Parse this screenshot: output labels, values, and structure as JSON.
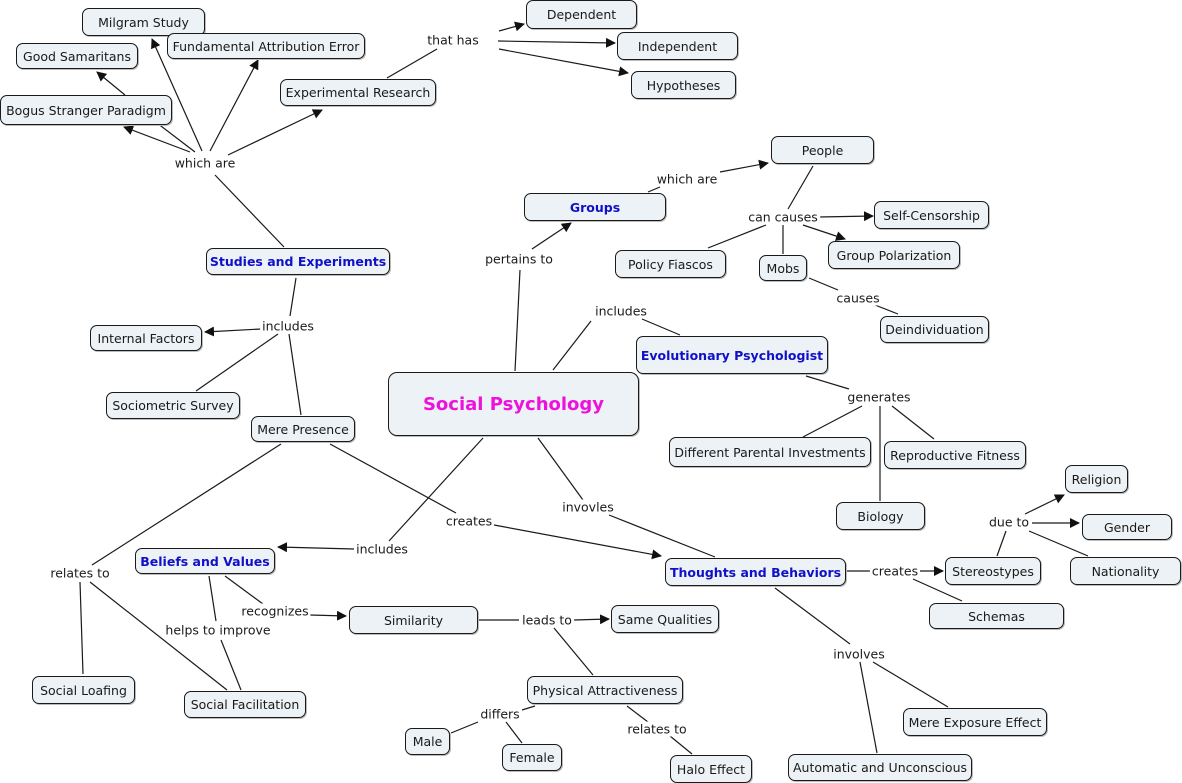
{
  "title": "Social Psychology",
  "colors": {
    "root_text": "#ee10dd",
    "topic_text": "#1010c8",
    "node_fill": "#ecf2f5",
    "line": "#1a1a1a"
  },
  "nodes": {
    "social_psychology": "Social Psychology",
    "groups": "Groups",
    "studies": "Studies and Experiments",
    "evolutionary": "Evolutionary Psychologist",
    "thoughts": "Thoughts and Behaviors",
    "beliefs": "Beliefs and Values",
    "milgram": "Milgram Study",
    "fae": "Fundamental Attribution Error",
    "good_samaritans": "Good Samaritans",
    "bogus": "Bogus Stranger Paradigm",
    "experimental": "Experimental Research",
    "dependent": "Dependent",
    "independent": "Independent",
    "hypotheses": "Hypotheses",
    "people": "People",
    "self_censorship": "Self-Censorship",
    "group_polarization": "Group Polarization",
    "policy_fiascos": "Policy Fiascos",
    "mobs": "Mobs",
    "deindividuation": "Deindividuation",
    "internal_factors": "Internal Factors",
    "sociometric": "Sociometric Survey",
    "mere_presence": "Mere Presence",
    "parental": "Different Parental Investments",
    "reproductive": "Reproductive Fitness",
    "biology": "Biology",
    "religion": "Religion",
    "gender": "Gender",
    "nationality": "Nationality",
    "stereotypes": "Stereostypes",
    "schemas": "Schemas",
    "similarity": "Similarity",
    "same_qualities": "Same Qualities",
    "physical": "Physical Attractiveness",
    "male": "Male",
    "female": "Female",
    "halo": "Halo Effect",
    "social_loafing": "Social Loafing",
    "social_facilitation": "Social Facilitation",
    "mere_exposure": "Mere Exposure Effect",
    "automatic": "Automatic and Unconscious"
  },
  "links": {
    "which_are_1": "which are",
    "that_has": "that has",
    "which_are_2": "which are",
    "can_causes": "can causes",
    "causes": "causes",
    "pertains_to": "pertains to",
    "includes_1": "includes",
    "includes_2": "includes",
    "generates": "generates",
    "due_to": "due to",
    "creates_1": "creates",
    "creates_2": "creates",
    "invovles": "invovles",
    "includes_3": "includes",
    "relates_to_1": "relates to",
    "recognizes": "recognizes",
    "helps_to_improve": "helps to improve",
    "leads_to": "leads to",
    "differs": "differs",
    "relates_to_2": "relates to",
    "involves": "involves"
  }
}
